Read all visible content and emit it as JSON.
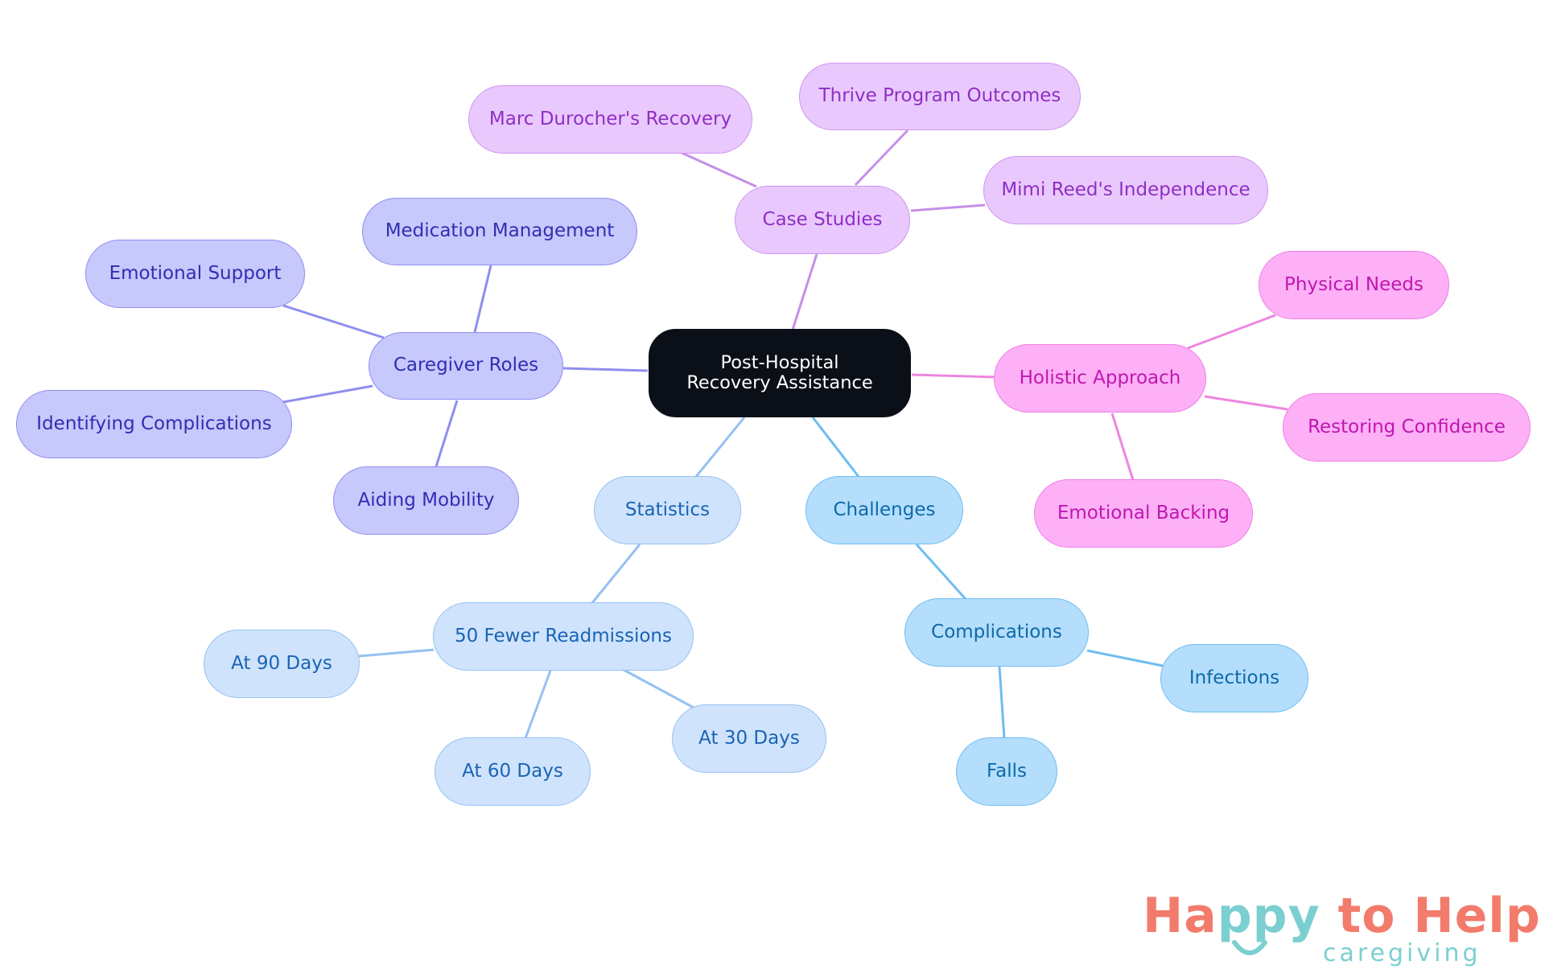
{
  "root": {
    "label": "Post-Hospital Recovery Assistance"
  },
  "nodes": {
    "case_studies": "Case Studies",
    "marc": "Marc Durocher's Recovery",
    "thrive": "Thrive Program Outcomes",
    "mimi": "Mimi Reed's Independence",
    "caregiver_roles": "Caregiver Roles",
    "medication": "Medication Management",
    "emotional_support": "Emotional Support",
    "identifying": "Identifying Complications",
    "aiding": "Aiding Mobility",
    "holistic": "Holistic Approach",
    "physical": "Physical Needs",
    "restoring": "Restoring Confidence",
    "emotional_backing": "Emotional Backing",
    "statistics": "Statistics",
    "fewer": "50 Fewer Readmissions",
    "d90": "At 90 Days",
    "d60": "At 60 Days",
    "d30": "At 30 Days",
    "challenges": "Challenges",
    "complications": "Complications",
    "infections": "Infections",
    "falls": "Falls"
  },
  "logo": {
    "part1": "Ha",
    "part2": "ppy",
    "part3": " to Help",
    "sub": "caregiving",
    "colors": {
      "coral": "#f37b6b",
      "teal": "#7ccfd1"
    }
  },
  "colors": {
    "root": "#0b0f17",
    "purple": "#e9c9fd",
    "indigo": "#c7c8fc",
    "pink": "#fdb0f6",
    "light_blue": "#cfe3fc",
    "sky_blue": "#b4defc"
  }
}
